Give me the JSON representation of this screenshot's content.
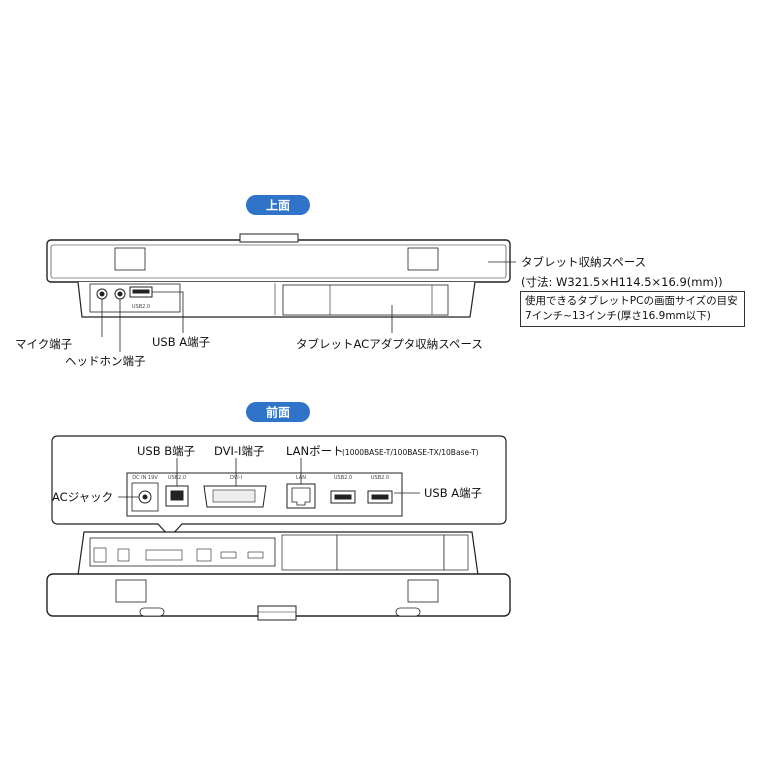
{
  "sections": {
    "top": "上面",
    "front": "前面"
  },
  "top_view": {
    "tablet_space": "タブレット収納スペース",
    "dimensions": "(寸法: W321.5×H114.5×16.9(mm))",
    "note_line1": "使用できるタブレットPCの画面サイズの目安",
    "note_line2": "7インチ~13インチ(厚さ16.9mm以下)",
    "mic_port": "マイク端子",
    "headphone_port": "ヘッドホン端子",
    "usb_a_port": "USB A端子",
    "adapter_space": "タブレットACアダプタ収納スペース",
    "usb_tiny_label": "USB2.0"
  },
  "front_view": {
    "usb_b_port": "USB B端子",
    "dvi_port": "DVI-I端子",
    "lan_port": "LANポート",
    "lan_spec": "(1000BASE-T/100BASE-TX/10Base-T)",
    "ac_jack": "ACジャック",
    "usb_a_port": "USB A端子",
    "tiny_dc": "DC IN 19V",
    "tiny_usb": "USB2.0",
    "tiny_dvi": "DVI-I",
    "tiny_lan": "LAN"
  },
  "colors": {
    "pill": "#2f74c9",
    "line": "#222222",
    "fill": "#ffffff"
  }
}
